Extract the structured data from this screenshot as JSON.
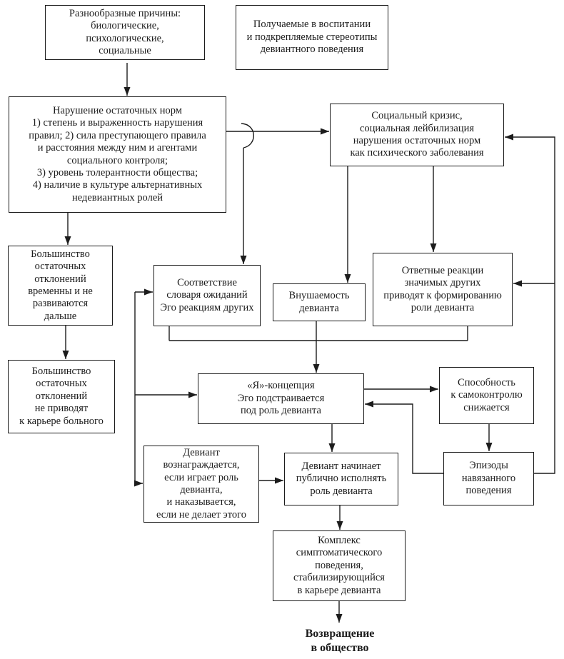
{
  "diagram": {
    "language": "ru",
    "topic": "Схема формирования девиантного поведения (теория стигматизации)",
    "colors": {
      "background": "#ffffff",
      "line": "#1c1c1c",
      "box_border": "#1b1b1b",
      "text": "#1b1b1b"
    },
    "nodes": {
      "various_causes": {
        "text": "Разнообразные причины:\nбиологические,\nпсихологические,\nсоциальные"
      },
      "stereotypes": {
        "text": "Получаемые в воспитании\nи подкрепляемые стереотипы\nдевиантного поведения"
      },
      "violation_norms": {
        "text": "Нарушение остаточных норм\n1) степень и выраженность нарушения\nправил; 2) сила преступающего правила\nи расстояния между ним и агентами\nсоциального контроля;\n3) уровень толерантности общества;\n4) наличие в культуре альтернативных\nнедевиантных ролей"
      },
      "social_crisis": {
        "text": "Социальный кризис,\nсоциальная лейбилизация\nнарушения остаточных норм\nкак психического заболевания"
      },
      "majority_temporary": {
        "text": "Большинство\nостаточных\nотклонений\nвременны и не\nразвиваются\nдальше"
      },
      "majority_no_career": {
        "text": "Большинство\nостаточных\nотклонений\nне приводят\nк карьере больного"
      },
      "vocabulary_match": {
        "text": "Соответствие\nсловаря ожиданий\nЭго реакциям других"
      },
      "suggestibility": {
        "text": "Внушаемость\nдевианта"
      },
      "reactions_others": {
        "text": "Ответные реакции\nзначимых других\nприводят к формированию\nроли девианта"
      },
      "self_concept": {
        "text": "«Я»-концепция\nЭго подстраивается\nпод роль девианта"
      },
      "self_control": {
        "text": "Способность\nк самоконтролю\nснижается"
      },
      "reward_punish": {
        "text": "Девиант\nвознаграждается,\nесли играет роль\nдевианта,\nи наказывается,\nесли не делает этого"
      },
      "public_role": {
        "text": "Девиант начинает\nпублично исполнять\nроль девианта"
      },
      "imposed_episodes": {
        "text": "Эпизоды\nнавязанного\nповедения"
      },
      "symptom_complex": {
        "text": "Комплекс\nсимптоматического\nповедения,\nстабилизирующийся\nв карьере девианта"
      },
      "return_society": {
        "text": "Возвращение\nв общество"
      }
    }
  }
}
